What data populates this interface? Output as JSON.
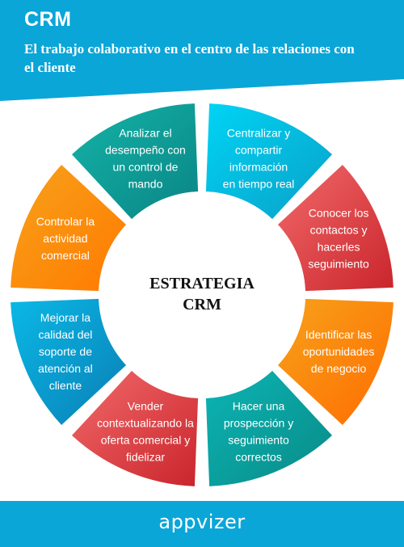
{
  "header": {
    "title": "CRM",
    "subtitle": "El trabajo colaborativo en el centro de las relaciones con el cliente"
  },
  "center": {
    "line1": "ESTRATEGIA",
    "line2": "CRM"
  },
  "segments": [
    {
      "lines": [
        "Centralizar y",
        "compartir",
        "información",
        "en tiempo real"
      ],
      "gradient": [
        "#00d4f5",
        "#0aa0c7"
      ]
    },
    {
      "lines": [
        "Conocer los",
        "contactos y",
        "hacerles",
        "seguimiento"
      ],
      "gradient": [
        "#f26a6a",
        "#c9252c"
      ]
    },
    {
      "lines": [
        "Identificar las",
        "oportunidades",
        "de negocio"
      ],
      "gradient": [
        "#f7a21b",
        "#ff6c00"
      ]
    },
    {
      "lines": [
        "Hacer una",
        "prospección y",
        "seguimiento",
        "correctos"
      ],
      "gradient": [
        "#0bb5b5",
        "#0a8a86"
      ]
    },
    {
      "lines": [
        "Vender",
        "contextualizando la",
        "oferta comercial y",
        "fidelizar"
      ],
      "gradient": [
        "#f26a6a",
        "#c9252c"
      ]
    },
    {
      "lines": [
        "Mejorar la",
        "calidad del",
        "soporte de",
        "atención al",
        "cliente"
      ],
      "gradient": [
        "#0ab8e6",
        "#0a7fb5"
      ]
    },
    {
      "lines": [
        "Controlar la",
        "actividad",
        "comercial"
      ],
      "gradient": [
        "#f7a21b",
        "#ff7a00"
      ]
    },
    {
      "lines": [
        "Analizar el",
        "desempeño con",
        "un control de",
        "mando"
      ],
      "gradient": [
        "#14b3a8",
        "#0a8585"
      ]
    }
  ],
  "colors": {
    "header_bg": "#0aa6d8",
    "footer_bg": "#0aa6d8"
  },
  "footer": {
    "brand": "appvizer"
  }
}
